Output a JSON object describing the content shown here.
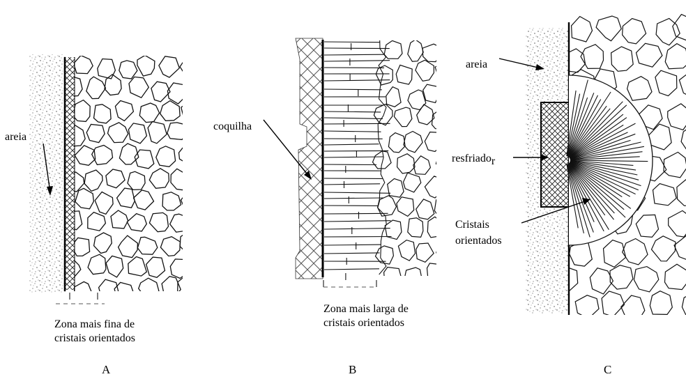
{
  "panels": [
    {
      "letter": "A",
      "caption_line1": "Zona mais fina de",
      "caption_line2": "cristais orientados"
    },
    {
      "letter": "B",
      "caption_line1": "Zona mais larga de",
      "caption_line2": "cristais orientados"
    },
    {
      "letter": "C"
    }
  ],
  "labels": {
    "a_sand": "areia",
    "b_mold": "coquilha",
    "c_sand": "areia",
    "c_chill": "resfriado",
    "c_chill_last": "r",
    "c_crystals_line1": "Cristais",
    "c_crystals_line2": "orientados"
  }
}
